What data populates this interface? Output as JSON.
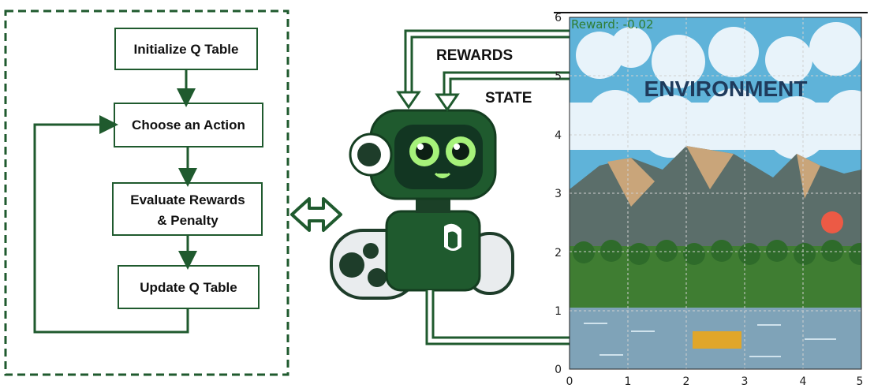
{
  "flowchart": {
    "steps": [
      "Initialize Q Table",
      "Choose an Action",
      "Evaluate Rewards",
      "& Penalty",
      "Update Q Table"
    ]
  },
  "labels": {
    "rewards": "REWARDS",
    "state": "STATE"
  },
  "environment": {
    "title": "ENVIRONMENT",
    "reward_readout": "Reward: -0.02",
    "x_ticks": [
      "0",
      "1",
      "2",
      "3",
      "4",
      "5"
    ],
    "y_ticks": [
      "0",
      "1",
      "2",
      "3",
      "4",
      "5",
      "6"
    ]
  },
  "colors": {
    "green": "#1f5a2e",
    "sky": "#5fb3d9",
    "mountain": "#5b6e6a",
    "forest": "#3f7d32",
    "water": "#7fa3b8",
    "sun": "#ec5a45",
    "platform": "#e0a62a"
  }
}
